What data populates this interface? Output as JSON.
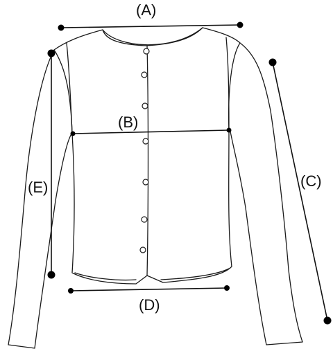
{
  "labels": {
    "a": "(A)",
    "b": "(B)",
    "c": "(C)",
    "d": "(D)",
    "e": "(E)"
  },
  "colors": {
    "stroke": "#1a1a1a",
    "dot": "#000000",
    "background": "#ffffff"
  },
  "buttons_count": 7
}
